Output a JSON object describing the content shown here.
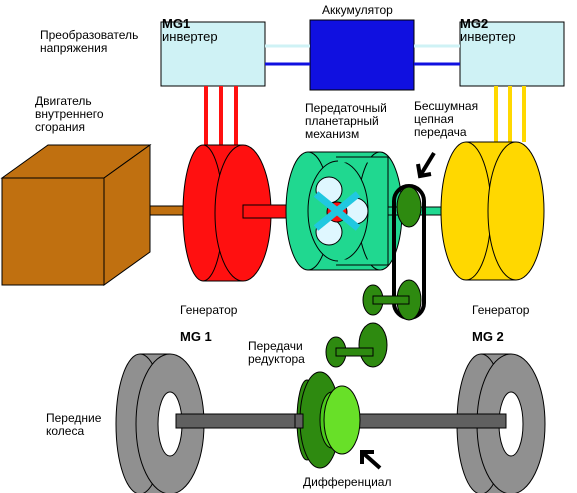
{
  "labels": {
    "mg1_inverter_name": "MG1",
    "mg1_inverter_word": "инвертер",
    "battery": "Аккумулятор",
    "mg2_inverter_name": "MG2",
    "mg2_inverter_word": "инвертер",
    "converter": "Преобразователь\nнапряжения",
    "engine": "Двигатель\nвнутреннего\nсгорания",
    "planetary": "Передаточный\nпланетарный\nмеханизм",
    "chain": "Бесшумная\nцепная\nпередача",
    "gen1_word": "Генератор",
    "gen1_name": "MG 1",
    "gen2_word": "Генератор",
    "gen2_name": "MG 2",
    "reducer": "Передачи\nредуктора",
    "wheels": "Передние\nколеса",
    "differential": "Дифференциал"
  },
  "colors": {
    "inverter": "#cff2f5",
    "battery": "#1010e0",
    "engine": "#c07010",
    "mg1": "#ff1010",
    "mg2": "#ffd800",
    "planetary": "#20d890",
    "gear_dark": "#2e8a10",
    "gear_light": "#4bc81c",
    "differential": "#68e028",
    "tire": "#909090",
    "shaft": "#606060",
    "chain": "#000000"
  }
}
